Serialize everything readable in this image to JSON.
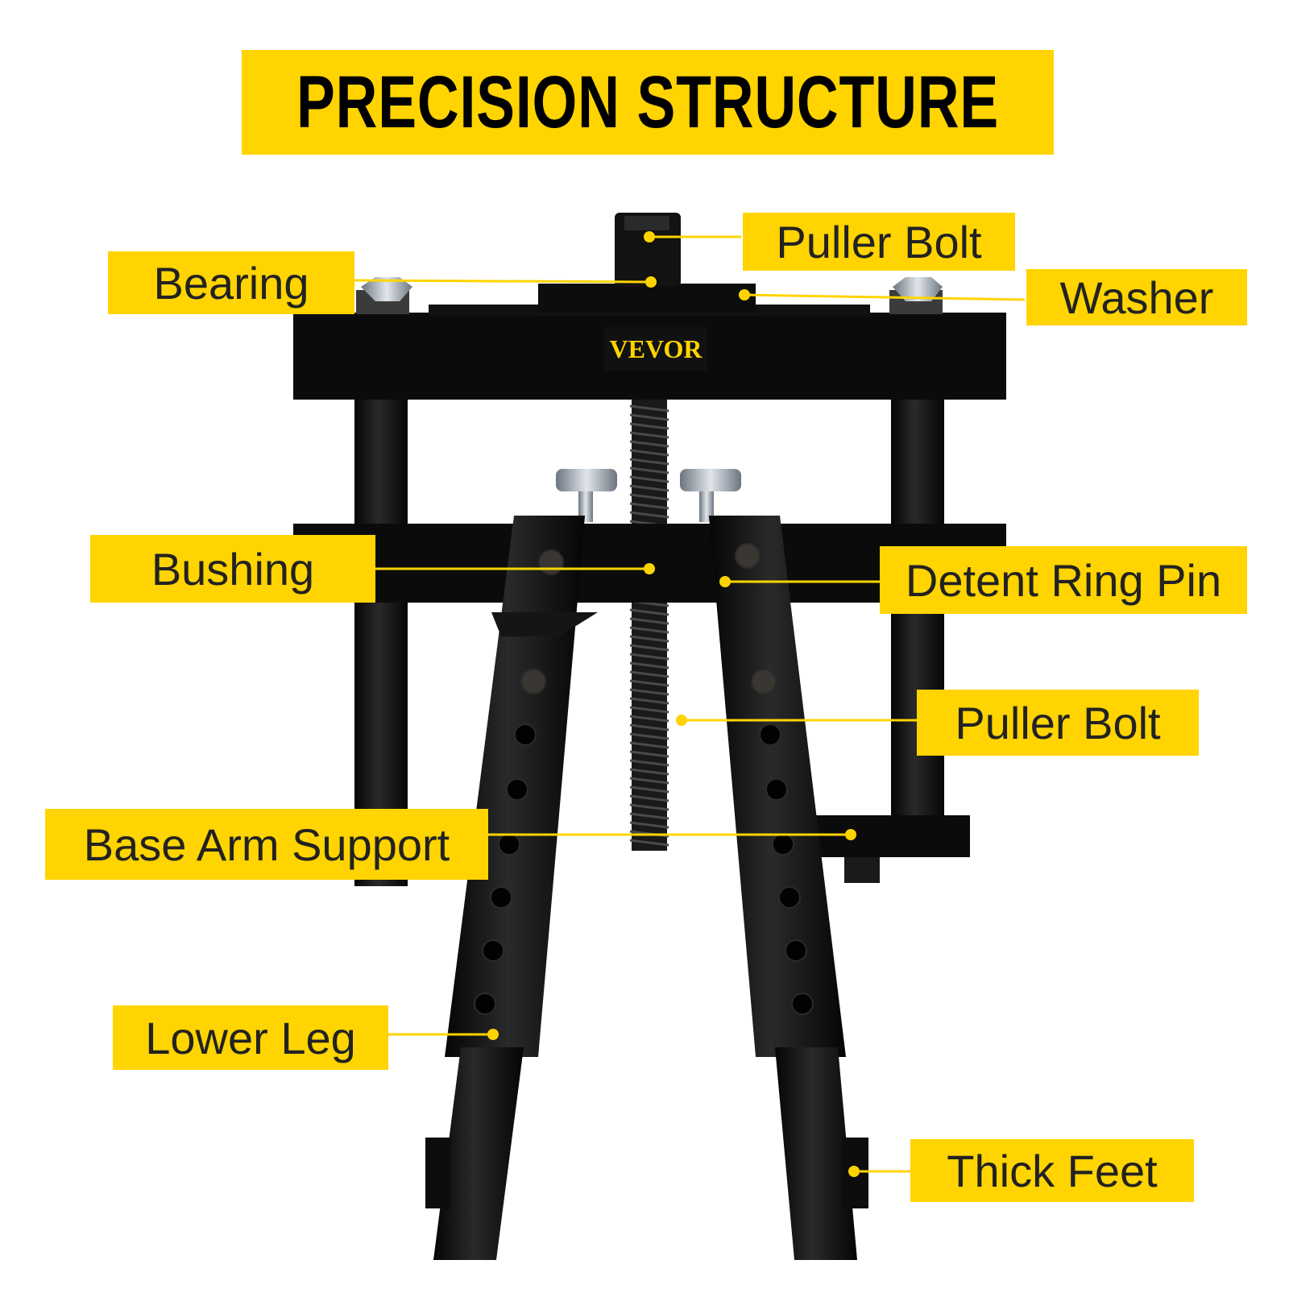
{
  "title": "PRECISION STRUCTURE",
  "brand": "VEVOR",
  "accent_color": "#FFD400",
  "labels": {
    "puller_bolt_top": "Puller Bolt",
    "bearing": "Bearing",
    "washer": "Washer",
    "bushing": "Bushing",
    "detent_ring_pin": "Detent Ring Pin",
    "puller_bolt_mid": "Puller Bolt",
    "base_arm_support": "Base Arm Support",
    "lower_leg": "Lower Leg",
    "thick_feet": "Thick Feet"
  }
}
